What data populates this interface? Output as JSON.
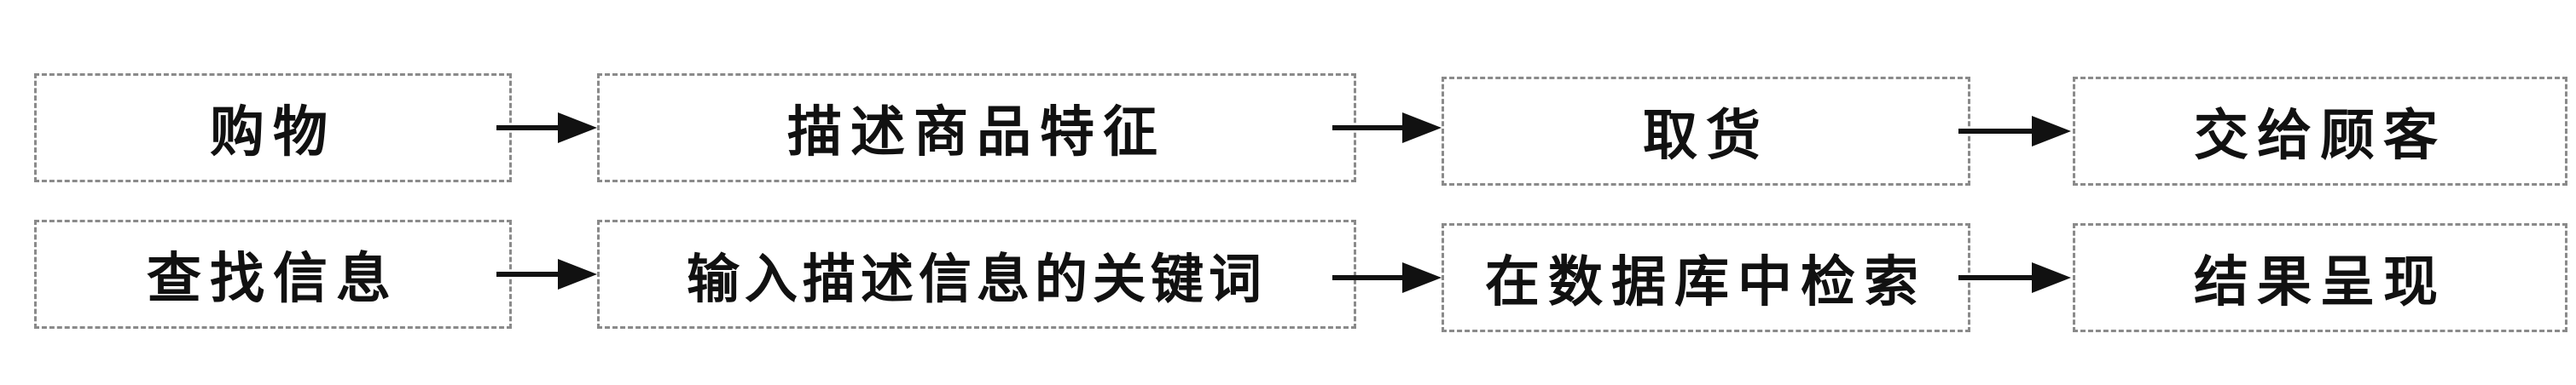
{
  "rows": [
    {
      "boxes": [
        {
          "label": "购物"
        },
        {
          "label": "描述商品特征"
        },
        {
          "label": "取货"
        },
        {
          "label": "交给顾客"
        }
      ]
    },
    {
      "boxes": [
        {
          "label": "查找信息"
        },
        {
          "label": "输入描述信息的关键词"
        },
        {
          "label": "在数据库中检索"
        },
        {
          "label": "结果呈现"
        }
      ]
    }
  ],
  "colors": {
    "border": "#8a8a8a",
    "text": "#111111",
    "arrow": "#111111"
  },
  "icons": {
    "arrow": "right-arrow-icon"
  }
}
